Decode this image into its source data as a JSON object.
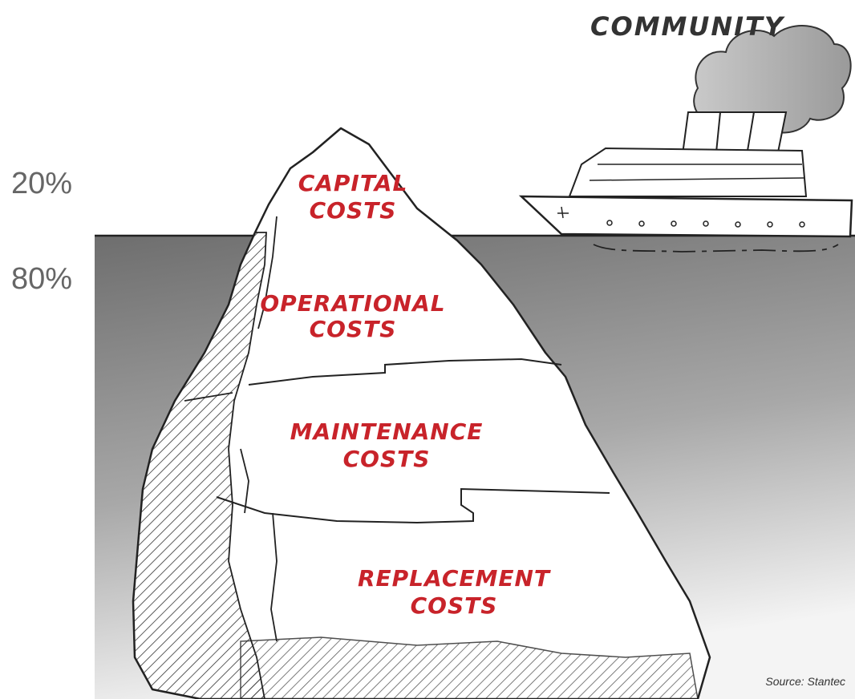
{
  "percent_above": "20%",
  "percent_below": "80%",
  "ship_label": "COMMUNITY",
  "source": "Source: Stantec",
  "layers": [
    {
      "line1": "CAPITAL",
      "line2": "COSTS"
    },
    {
      "line1": "OPERATIONAL",
      "line2": "COSTS"
    },
    {
      "line1": "MAINTENANCE",
      "line2": "COSTS"
    },
    {
      "line1": "REPLACEMENT",
      "line2": "COSTS"
    }
  ],
  "colors": {
    "label_red": "#c8232a",
    "water_top": "#6e6e6e",
    "water_bottom": "#f2f2f2",
    "percent_gray": "#666666"
  }
}
